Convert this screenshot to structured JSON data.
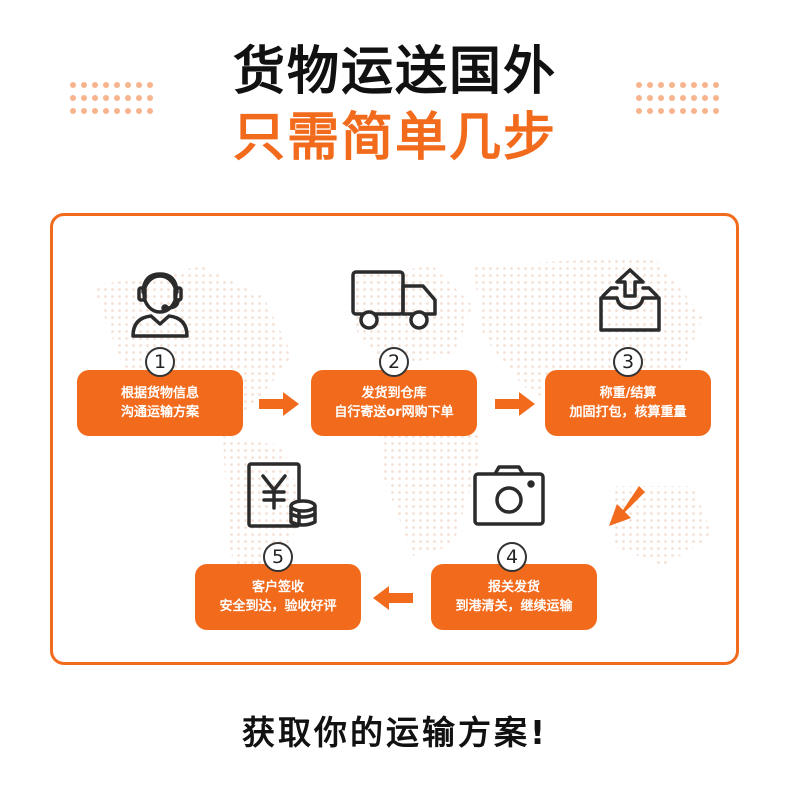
{
  "header": {
    "title_line1": "货物运送国外",
    "title_line2": "只需简单几步"
  },
  "colors": {
    "accent": "#f26b1d",
    "dots": "#f7b48d",
    "text": "#111111"
  },
  "steps": [
    {
      "number": "1",
      "icon": "customer-service-icon",
      "line1": "根据货物信息",
      "line2": "沟通运输方案"
    },
    {
      "number": "2",
      "icon": "truck-icon",
      "line1": "发货到仓库",
      "line2": "自行寄送or网购下单"
    },
    {
      "number": "3",
      "icon": "package-box-icon",
      "line1": "称重/结算",
      "line2": "加固打包，核算重量"
    },
    {
      "number": "4",
      "icon": "camera-icon",
      "line1": "报关发货",
      "line2": "到港清关，继续运输"
    },
    {
      "number": "5",
      "icon": "payment-coins-icon",
      "line1": "客户签收",
      "line2": "安全到达，验收好评"
    }
  ],
  "footer": {
    "cta": "获取你的运输方案!"
  }
}
